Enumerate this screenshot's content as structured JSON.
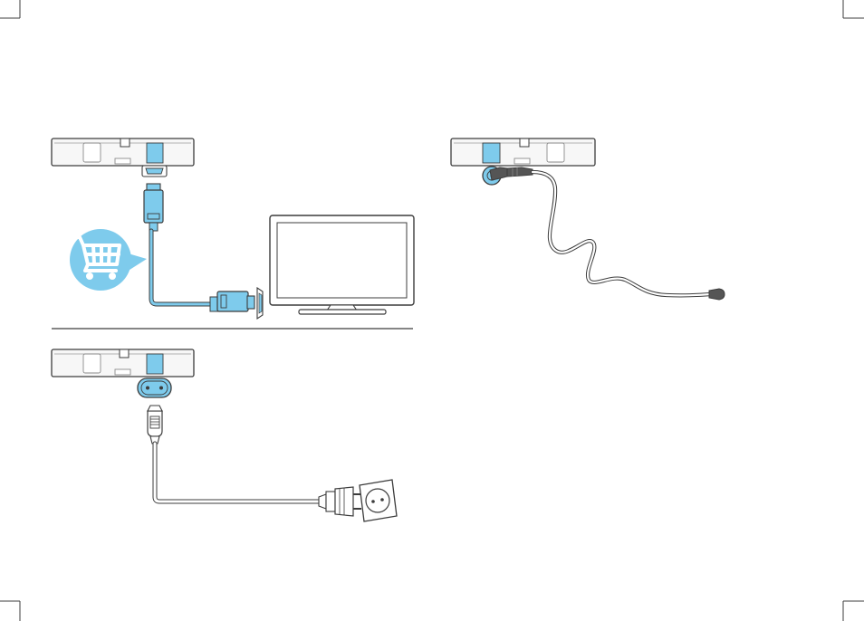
{
  "colors": {
    "background": "#ffffff",
    "line": "#3c3c3c",
    "accent": "#7ecbec",
    "accent_dark": "#3aa7d8",
    "device_fill": "#f7f7f7",
    "dark_plug": "#555555"
  },
  "panels": {
    "hdmi_connection": {
      "icons": [
        "soundbar-icon",
        "hdmi-port-icon",
        "hdmi-cable-icon",
        "tv-icon",
        "shopping-cart-icon"
      ]
    },
    "power_connection": {
      "icons": [
        "soundbar-icon",
        "power-socket-icon",
        "power-cable-icon",
        "wall-outlet-icon"
      ]
    },
    "antenna_connection": {
      "icons": [
        "soundbar-icon",
        "antenna-jack-icon",
        "fm-antenna-cable-icon"
      ]
    }
  },
  "page_marks": [
    "crop-mark-top-left",
    "crop-mark-top-right",
    "crop-mark-bottom-left",
    "crop-mark-bottom-right"
  ]
}
